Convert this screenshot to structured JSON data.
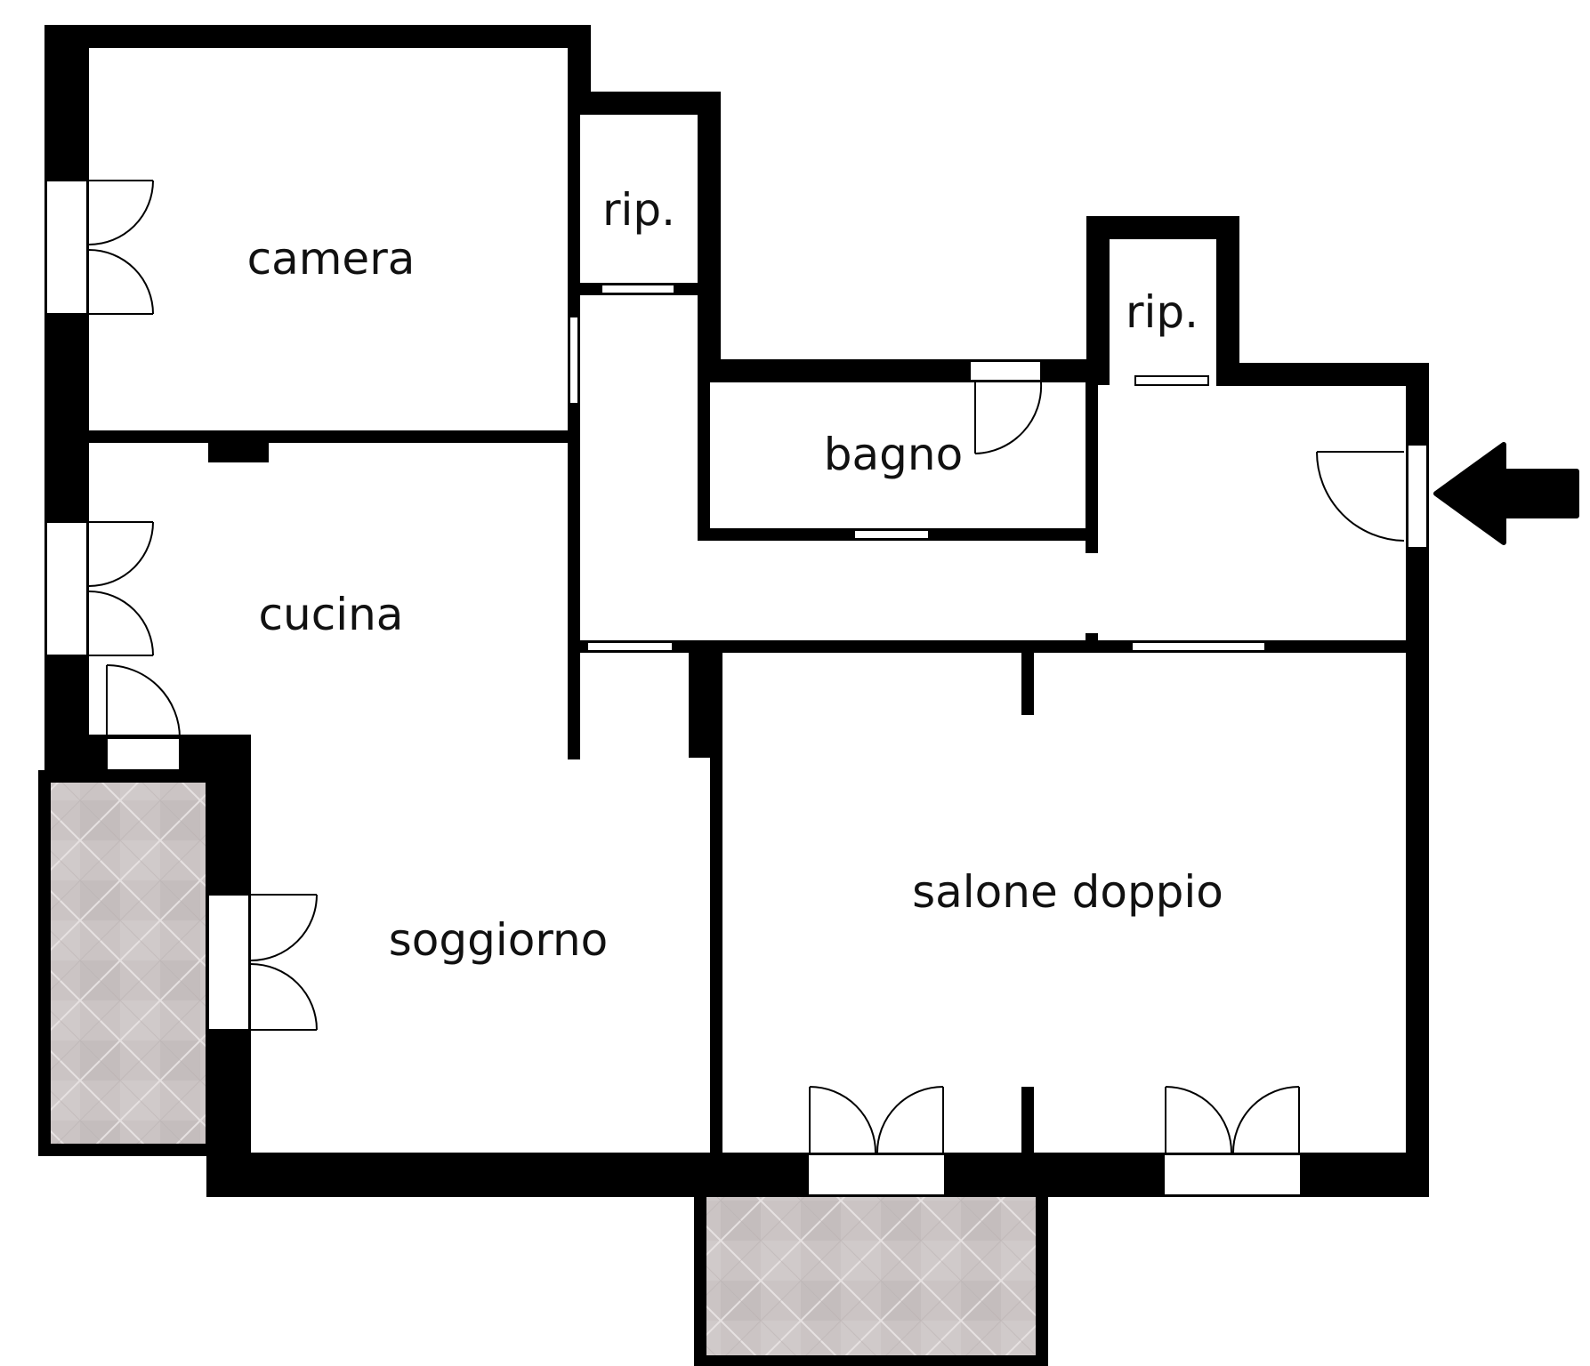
{
  "rooms": {
    "camera": "camera",
    "rip_1": "rip.",
    "rip_2": "rip.",
    "bagno": "bagno",
    "cucina": "cucina",
    "soggiorno": "soggiorno",
    "salone": "salone doppio"
  },
  "colors": {
    "wall": "#000000",
    "floor": "#ffffff",
    "balcony_tile": "#c9c2c2",
    "opening": "#ffffff"
  },
  "icons": {
    "entrance": "entrance-arrow-icon"
  }
}
